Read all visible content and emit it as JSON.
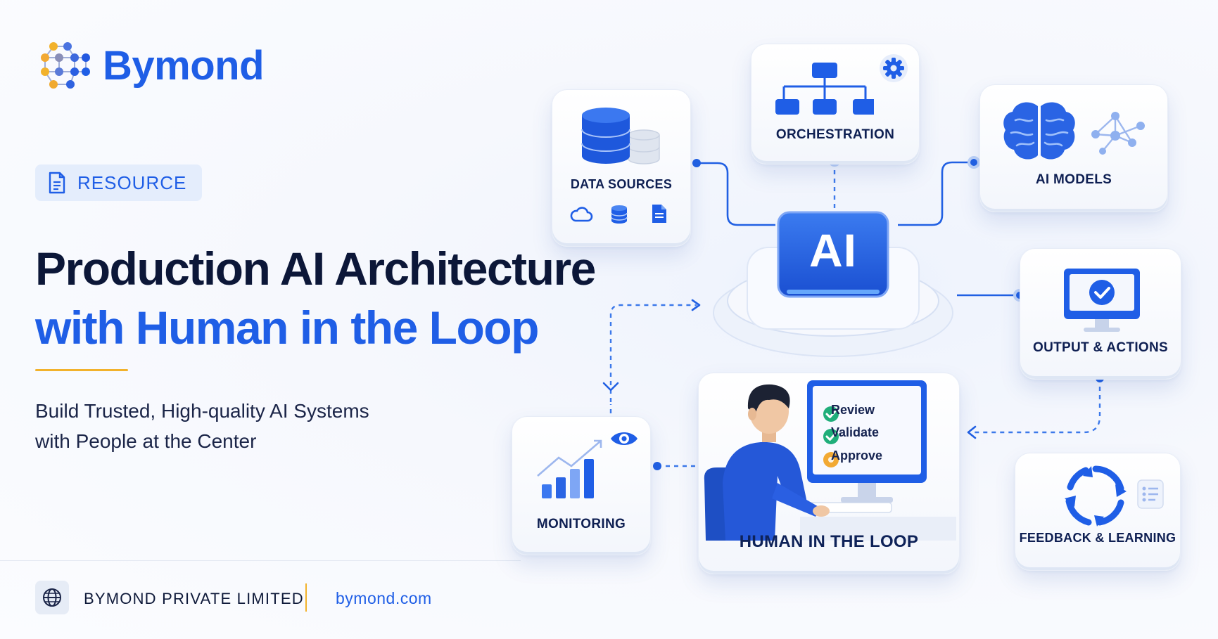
{
  "brand": {
    "name": "Bymond",
    "logo_icon": "network-hexagon-logo-icon"
  },
  "badge": {
    "label": "RESOURCE",
    "icon": "document-icon"
  },
  "headline": {
    "line1": "Production AI Architecture",
    "line2": "with Human in the Loop"
  },
  "subtitle": {
    "line1": "Build Trusted, High-quality AI Systems",
    "line2": "with People at the Center"
  },
  "footer": {
    "company": "BYMOND PRIVATE LIMITED",
    "website": "bymond.com",
    "icon": "globe-icon"
  },
  "diagram": {
    "core": {
      "label": "AI"
    },
    "nodes": {
      "data_sources": {
        "label": "DATA SOURCES",
        "icons": [
          "database-icon",
          "cloud-icon",
          "database-small-icon",
          "document-icon"
        ]
      },
      "orchestration": {
        "label": "ORCHESTRATION",
        "icons": [
          "flowchart-icon",
          "gear-icon"
        ]
      },
      "ai_models": {
        "label": "AI MODELS",
        "icons": [
          "brain-icon",
          "network-graph-icon"
        ]
      },
      "output_actions": {
        "label": "OUTPUT & ACTIONS",
        "icons": [
          "monitor-check-icon"
        ]
      },
      "monitoring": {
        "label": "MONITORING",
        "icons": [
          "bar-chart-icon",
          "eye-icon"
        ]
      },
      "human_loop": {
        "label": "HUMAN IN THE LOOP",
        "checklist": [
          "Review",
          "Validate",
          "Approve"
        ],
        "icons": [
          "person-at-computer-icon"
        ]
      },
      "feedback": {
        "label": "FEEDBACK & LEARNING",
        "icons": [
          "cycle-arrows-icon",
          "list-icon"
        ]
      }
    }
  },
  "colors": {
    "primary": "#1f5ee6",
    "dark": "#0c1738",
    "accent": "#f2b22c",
    "check_green": "#1fae7a",
    "pending_orange": "#f2a933"
  }
}
